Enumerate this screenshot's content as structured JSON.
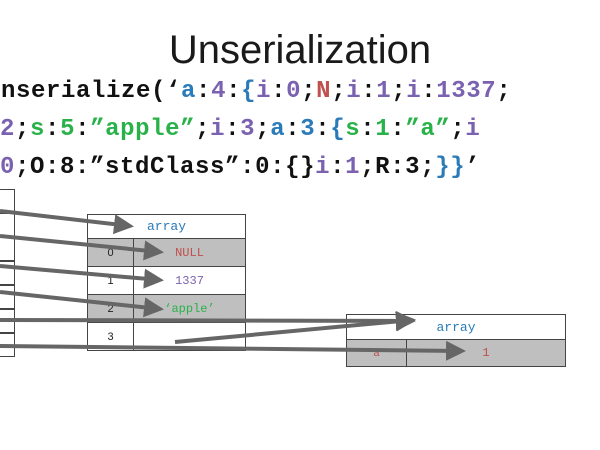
{
  "title": "Unserialization",
  "code_lines": [
    [
      {
        "t": "unserialize(‘",
        "c": "black"
      },
      {
        "t": "a",
        "c": "blue"
      },
      {
        "t": ":",
        "c": "black"
      },
      {
        "t": "4",
        "c": "purple"
      },
      {
        "t": ":",
        "c": "black"
      },
      {
        "t": "{",
        "c": "blue"
      },
      {
        "t": "i",
        "c": "purple"
      },
      {
        "t": ":",
        "c": "black"
      },
      {
        "t": "0",
        "c": "purple"
      },
      {
        "t": ";",
        "c": "black"
      },
      {
        "t": "N",
        "c": "red"
      },
      {
        "t": ";",
        "c": "black"
      },
      {
        "t": "i",
        "c": "purple"
      },
      {
        "t": ":",
        "c": "black"
      },
      {
        "t": "1",
        "c": "purple"
      },
      {
        "t": ";",
        "c": "black"
      },
      {
        "t": "i",
        "c": "purple"
      },
      {
        "t": ":",
        "c": "black"
      },
      {
        "t": "1337",
        "c": "purple"
      },
      {
        "t": ";",
        "c": "black"
      }
    ],
    [
      {
        "t": "2",
        "c": "purple"
      },
      {
        "t": ";",
        "c": "black"
      },
      {
        "t": "s",
        "c": "green"
      },
      {
        "t": ":",
        "c": "black"
      },
      {
        "t": "5",
        "c": "green"
      },
      {
        "t": ":",
        "c": "black"
      },
      {
        "t": "”apple”",
        "c": "green"
      },
      {
        "t": ";",
        "c": "black"
      },
      {
        "t": "i",
        "c": "purple"
      },
      {
        "t": ":",
        "c": "black"
      },
      {
        "t": "3",
        "c": "purple"
      },
      {
        "t": ";",
        "c": "black"
      },
      {
        "t": "a",
        "c": "blue"
      },
      {
        "t": ":",
        "c": "black"
      },
      {
        "t": "3",
        "c": "blue"
      },
      {
        "t": ":",
        "c": "black"
      },
      {
        "t": "{",
        "c": "blue"
      },
      {
        "t": "s",
        "c": "green"
      },
      {
        "t": ":",
        "c": "black"
      },
      {
        "t": "1",
        "c": "green"
      },
      {
        "t": ":",
        "c": "black"
      },
      {
        "t": "”a”",
        "c": "green"
      },
      {
        "t": ";",
        "c": "black"
      },
      {
        "t": "i",
        "c": "purple"
      }
    ],
    [
      {
        "t": "0",
        "c": "purple"
      },
      {
        "t": ";",
        "c": "black"
      },
      {
        "t": "O:8:”stdClass”:0:{}",
        "c": "black"
      },
      {
        "t": "i",
        "c": "purple"
      },
      {
        "t": ":",
        "c": "black"
      },
      {
        "t": "1",
        "c": "purple"
      },
      {
        "t": ";",
        "c": "black"
      },
      {
        "t": "R",
        "c": "black"
      },
      {
        "t": ":",
        "c": "black"
      },
      {
        "t": "3",
        "c": "black"
      },
      {
        "t": ";",
        "c": "black"
      },
      {
        "t": "}}",
        "c": "blue"
      },
      {
        "t": "’",
        "c": "black"
      }
    ]
  ],
  "array1": {
    "header": "array",
    "rows": [
      {
        "index": "0",
        "value": "NULL",
        "color": "red"
      },
      {
        "index": "1",
        "value": "1337",
        "color": "purple"
      },
      {
        "index": "2",
        "value": "‘apple’",
        "color": "green"
      },
      {
        "index": "3",
        "value": "",
        "color": "black"
      }
    ]
  },
  "array2": {
    "header": "array",
    "rows": [
      {
        "index": "‘a’",
        "value": "1",
        "color": "red"
      }
    ]
  },
  "colors": {
    "black": "#111111",
    "blue": "#2b7bb9",
    "green": "#2ab24a",
    "purple": "#7b62b0",
    "red": "#c0504d",
    "arrow": "#666666",
    "cell_gray": "#bfbfbf",
    "border": "#444444"
  }
}
